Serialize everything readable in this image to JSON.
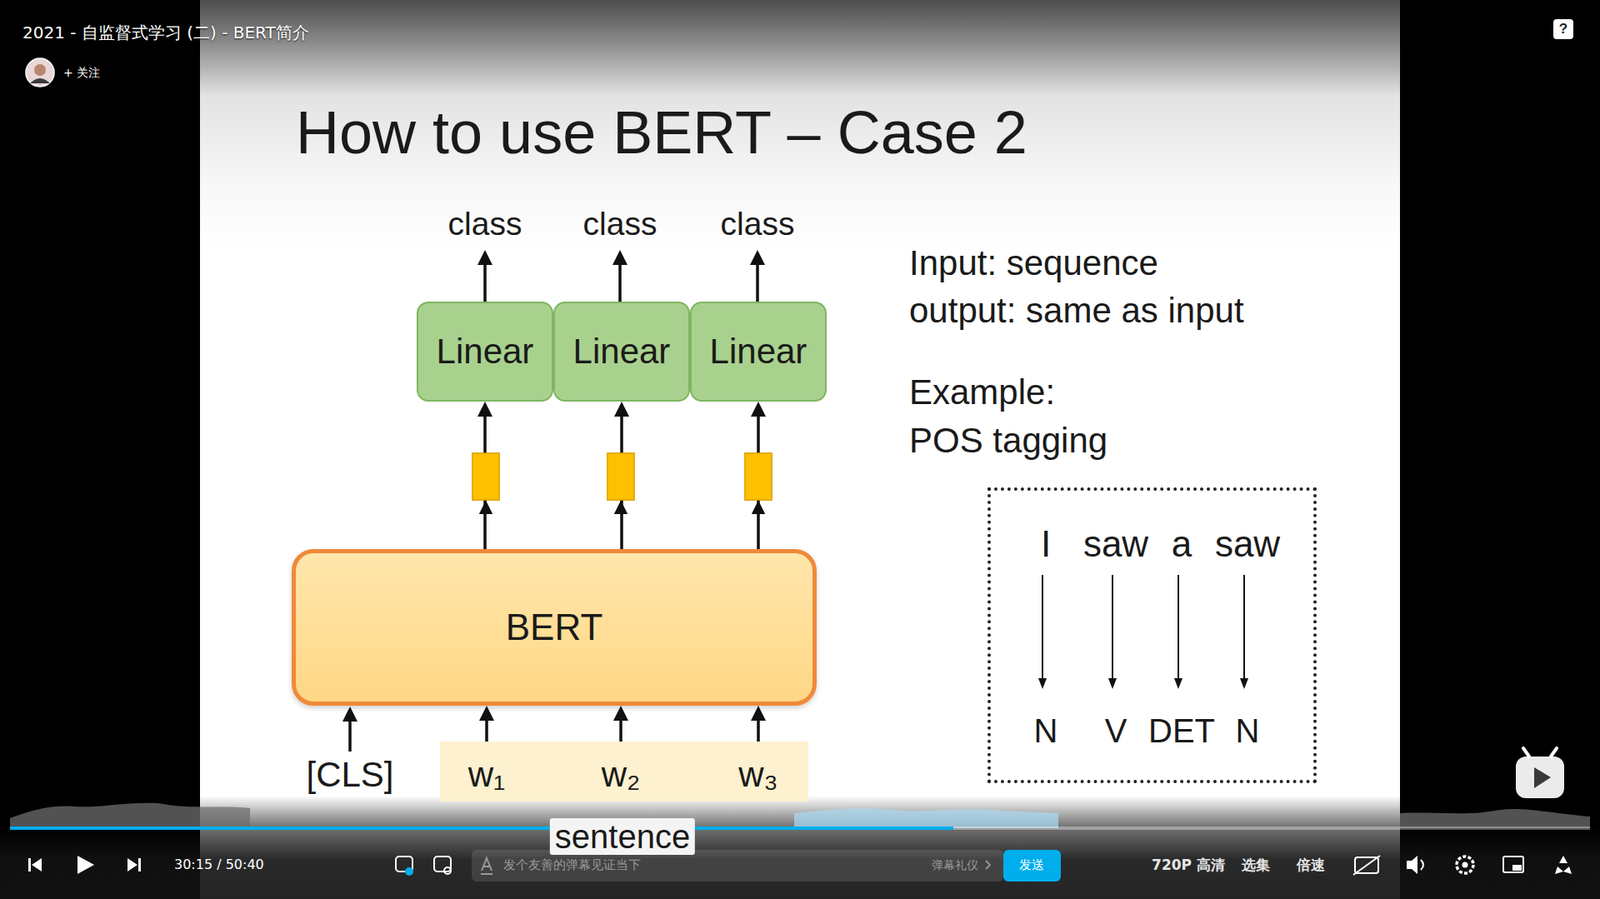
{
  "diagram": {
    "title": "How to use BERT – Case 2",
    "nodes": [
      {
        "text": [
          "Linear"
        ]
      },
      {
        "text": [
          "Linear"
        ]
      },
      {
        "text": [
          "Linear"
        ]
      },
      {
        "text": [
          "BERT"
        ]
      },
      {
        "text": [
          "w₁",
          "w₂",
          "w₃",
          "sentence"
        ]
      },
      {
        "text": [
          "I",
          "saw",
          "a",
          "saw",
          "N",
          "V",
          "DET",
          "N"
        ]
      }
    ],
    "edges": [
      {
        "from": 3,
        "to": 0,
        "arrow": "to"
      },
      {
        "from": 3,
        "to": 1,
        "arrow": "to"
      },
      {
        "from": 3,
        "to": 2,
        "arrow": "to"
      },
      {
        "from": 4,
        "to": 3,
        "arrow": "to"
      },
      {
        "from": 4,
        "to": 3,
        "arrow": "to"
      },
      {
        "from": 4,
        "to": 3,
        "arrow": "to"
      }
    ],
    "labels": [
      "2021 - 自监督式学习 (二) - BERT简介",
      "+ 关注",
      "?",
      "class",
      "class",
      "class",
      "[CLS]",
      "Input: sequence",
      "output: same as input",
      "Example:",
      "POS tagging",
      "30:15 / 50:40",
      "发个友善的弹幕见证当下",
      "弹幕礼仪",
      "发送",
      "720P 高清",
      "选集",
      "倍速"
    ]
  }
}
